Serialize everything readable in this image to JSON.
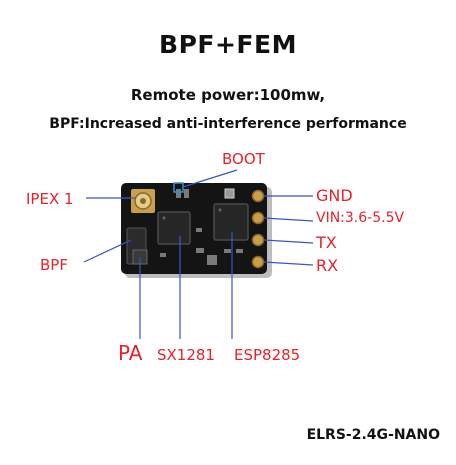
{
  "header": {
    "title": "BPF+FEM",
    "line1": "Remote power:100mw,",
    "line2": "BPF:Increased anti-interference performance"
  },
  "labels": {
    "boot": "BOOT",
    "ipex": "IPEX 1",
    "bpf": "BPF",
    "gnd": "GND",
    "vin": "VIN:3.6-5.5V",
    "tx": "TX",
    "rx": "RX",
    "pa": "PA",
    "sx": "SX1281",
    "esp": "ESP8285"
  },
  "footer": {
    "model": "ELRS-2.4G-NANO"
  },
  "colors": {
    "label_red": "#e8222b",
    "line_blue": "#3a55c8",
    "board": "#141414",
    "pad_gold": "#c9a04a"
  }
}
